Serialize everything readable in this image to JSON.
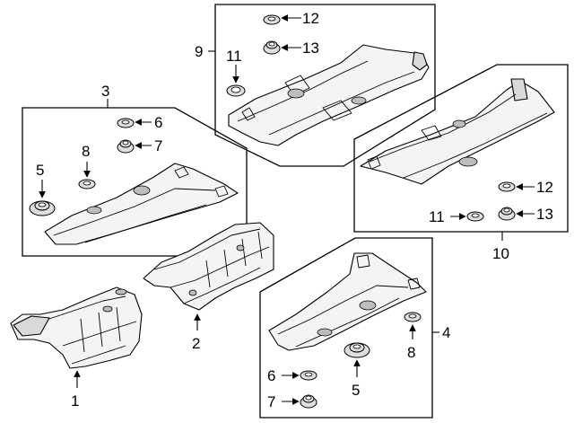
{
  "diagram": {
    "callouts": {
      "c1": "1",
      "c2": "2",
      "c3": "3",
      "c4": "4",
      "c5a": "5",
      "c5b": "5",
      "c6a": "6",
      "c6b": "6",
      "c7a": "7",
      "c7b": "7",
      "c8a": "8",
      "c8b": "8",
      "c9": "9",
      "c10": "10",
      "c11a": "11",
      "c11b": "11",
      "c12a": "12",
      "c12b": "12",
      "c13a": "13",
      "c13b": "13"
    }
  }
}
